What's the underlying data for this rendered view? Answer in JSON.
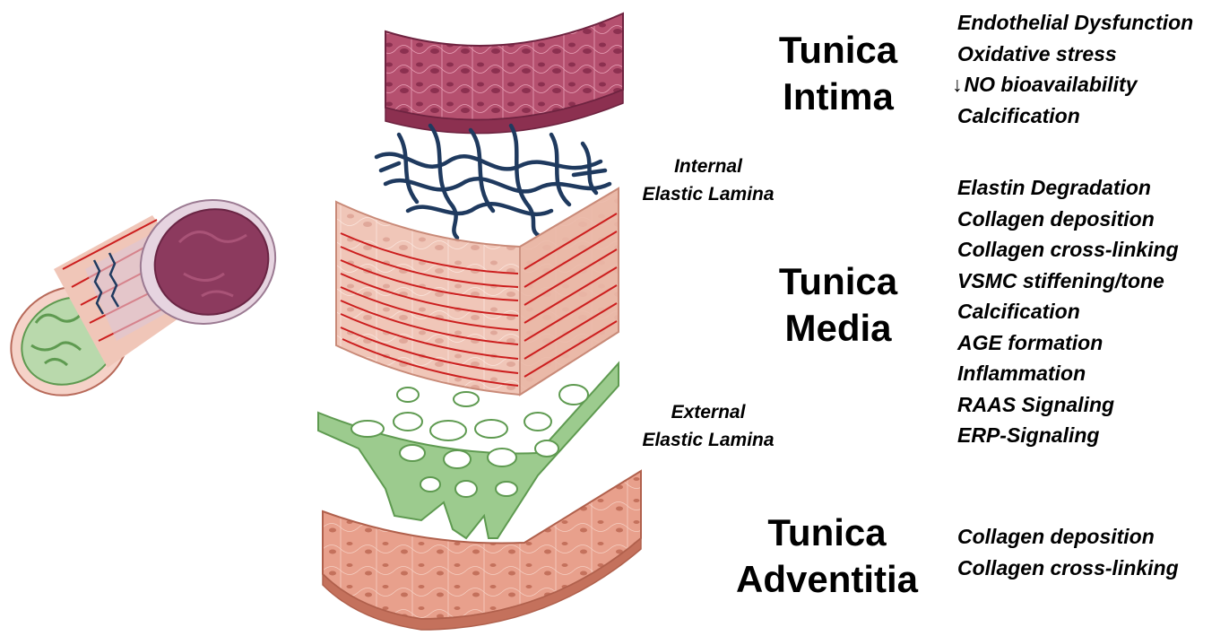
{
  "layers": {
    "intima": {
      "line1": "Tunica",
      "line2": "Intima"
    },
    "media": {
      "line1": "Tunica",
      "line2": "Media"
    },
    "adventitia": {
      "line1": "Tunica",
      "line2": "Adventitia"
    }
  },
  "laminae": {
    "internal": {
      "line1": "Internal",
      "line2": "Elastic Lamina"
    },
    "external": {
      "line1": "External",
      "line2": "Elastic Lamina"
    }
  },
  "intima_effects": {
    "items": [
      "Endothelial Dysfunction",
      "Oxidative stress",
      "NO bioavailability",
      "Calcification"
    ],
    "decrease_arrow": "↓"
  },
  "media_effects": {
    "items": [
      "Elastin Degradation",
      "Collagen deposition",
      "Collagen cross-linking",
      "VSMC stiffening/tone",
      "Calcification",
      "AGE formation",
      "Inflammation",
      "RAAS Signaling",
      "ERP-Signaling"
    ]
  },
  "adventitia_effects": {
    "items": [
      "Collagen deposition",
      "Collagen cross-linking"
    ]
  },
  "colors": {
    "intima": "#b5506f",
    "intima_dark": "#8c3050",
    "elastic_internal": "#1f3a5f",
    "media": "#f0c6b8",
    "media_fiber": "#cc1e1e",
    "elastic_external": "#9ccb8e",
    "elastic_external_dark": "#5e9a50",
    "adventitia": "#e8a08c",
    "adventitia_dark": "#c4715c",
    "vessel_lumen": "#8c3a5e"
  }
}
